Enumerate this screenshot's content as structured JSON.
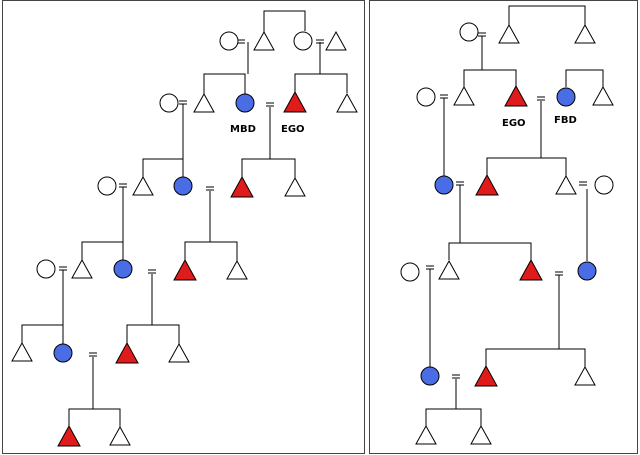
{
  "colors": {
    "female_highlight": "#4a6de5",
    "male_highlight": "#e01b1b",
    "line": "#000000",
    "unfilled": "#ffffff"
  },
  "panels": [
    {
      "name": "left-kinship-diagram",
      "labels": {
        "mbd": "MBD",
        "ego": "EGO"
      }
    },
    {
      "name": "right-kinship-diagram",
      "labels": {
        "ego": "EGO",
        "fbd": "FBD"
      }
    }
  ]
}
